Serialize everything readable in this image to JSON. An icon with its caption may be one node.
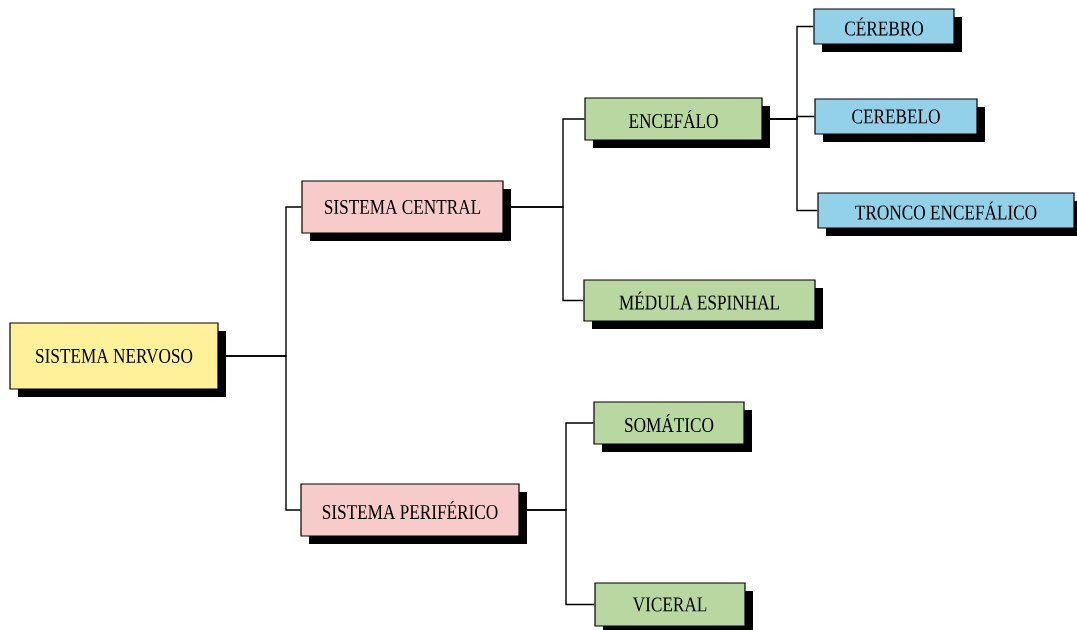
{
  "diagram": {
    "nodes": [
      {
        "text": [
          "SISTEMA NERVOSO"
        ]
      },
      {
        "text": [
          "SISTEMA CENTRAL"
        ]
      },
      {
        "text": [
          "SISTEMA PERIFÉRICO"
        ]
      },
      {
        "text": [
          "ENCEFÁLO"
        ]
      },
      {
        "text": [
          "MÉDULA ESPINHAL"
        ]
      },
      {
        "text": [
          "CÉREBRO"
        ]
      },
      {
        "text": [
          "CEREBELO"
        ]
      },
      {
        "text": [
          "TRONCO ENCEFÁLICO"
        ]
      },
      {
        "text": [
          "SOMÁTICO"
        ]
      },
      {
        "text": [
          "VICERAL"
        ]
      }
    ],
    "edges": [
      {
        "from": 0,
        "to": 1,
        "arrow": "none"
      },
      {
        "from": 0,
        "to": 2,
        "arrow": "none"
      },
      {
        "from": 1,
        "to": 3,
        "arrow": "none"
      },
      {
        "from": 1,
        "to": 4,
        "arrow": "none"
      },
      {
        "from": 3,
        "to": 5,
        "arrow": "none"
      },
      {
        "from": 3,
        "to": 6,
        "arrow": "none"
      },
      {
        "from": 3,
        "to": 7,
        "arrow": "none"
      },
      {
        "from": 2,
        "to": 8,
        "arrow": "none"
      },
      {
        "from": 2,
        "to": 9,
        "arrow": "none"
      }
    ]
  }
}
